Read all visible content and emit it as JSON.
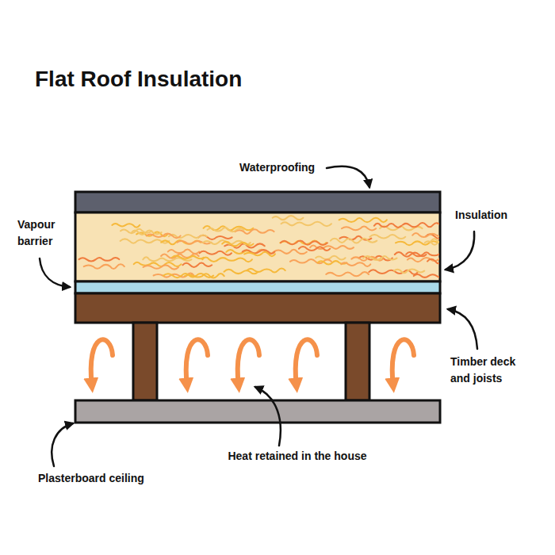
{
  "diagram": {
    "title": "Flat Roof Insulation",
    "labels": [
      "Waterproofing",
      "Insulation",
      "Vapour barrier",
      "Timber deck and joists",
      "Heat retained in the house",
      "Plasterboard ceiling"
    ]
  }
}
